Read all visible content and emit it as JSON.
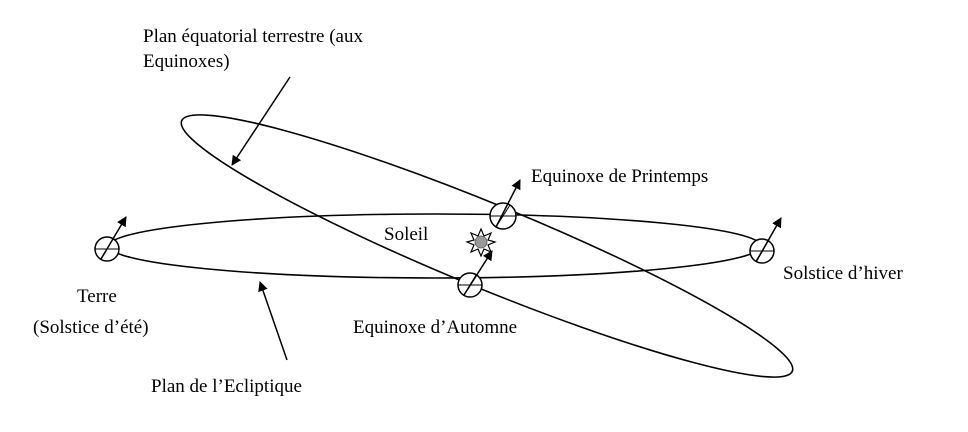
{
  "labels": {
    "equatorial_plane_line1": "Plan équatorial terrestre (aux",
    "equatorial_plane_line2": "Equinoxes)",
    "spring_equinox": "Equinoxe de Printemps",
    "sun": "Soleil",
    "winter_solstice": "Solstice d’hiver",
    "earth": "Terre",
    "summer_solstice": "(Solstice d’été)",
    "autumn_equinox": "Equinoxe d’Automne",
    "ecliptic_plane": "Plan de l’Ecliptique"
  },
  "colors": {
    "line": "#000000",
    "sun_core": "#9a9a9a",
    "background": "#ffffff"
  }
}
